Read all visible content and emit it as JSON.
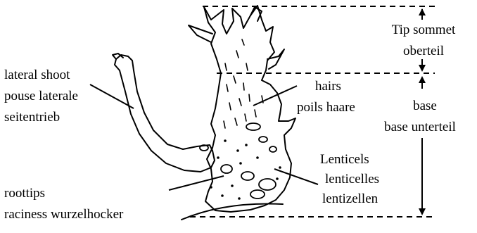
{
  "labels": {
    "lateral_shoot": [
      "lateral shoot",
      "pouse laterale",
      "seitentrieb"
    ],
    "hairs": [
      "hairs",
      "poils haare"
    ],
    "tip": [
      "Tip sommet",
      "oberteil"
    ],
    "base": [
      "base",
      "base unterteil"
    ],
    "lenticels": [
      "Lenticels",
      "lenticelles",
      "lentizellen"
    ],
    "roottips": [
      "roottips",
      "raciness wurzelhocker"
    ]
  },
  "colors": {
    "ink": "#000000",
    "background": "#ffffff"
  }
}
